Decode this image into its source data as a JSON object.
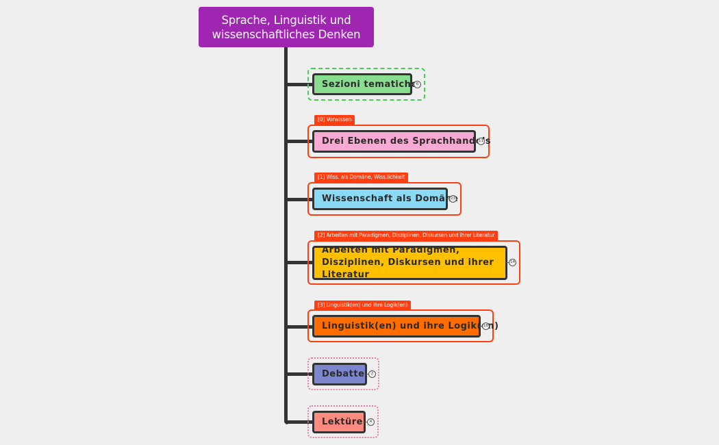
{
  "root": {
    "title": "Sprache, Linguistik und wissenschaftliches Denken",
    "color": "#9e26b1"
  },
  "topics": [
    {
      "label": "Sezioni tematiche",
      "tag": "",
      "count": "6",
      "color": "#88dd8e",
      "border": "dashed-green"
    },
    {
      "label": "Drei Ebenen des Sprachhandels",
      "tag": "[0] Vorwissen",
      "count": "11",
      "color": "#f9aad4",
      "border": "solid-red"
    },
    {
      "label": "Wissenschaft als Domäne",
      "tag": "[1] Wiss. als Domäne, Wiss.lichkeit",
      "count": "23",
      "color": "#8adaf5",
      "border": "solid-red"
    },
    {
      "label": "Arbeiten mit Paradigmen, Disziplinen, Diskursen und ihrer Literatur",
      "tag": "[2] Arbeiten mit Paradigmen, Disziplinen, Diskursen und ihrer Literatur",
      "count": "14",
      "color": "#ffc000",
      "border": "solid-red"
    },
    {
      "label": "Linguistik(en) und ihre Logik(en)",
      "tag": "[3] Linguistik(en) und ihre Logik(en)",
      "count": "18",
      "color": "#ff6d00",
      "border": "solid-red"
    },
    {
      "label": "Debatte",
      "tag": "",
      "count": "2",
      "color": "#7b86cf",
      "border": "dotted-pink"
    },
    {
      "label": "Lektüre",
      "tag": "",
      "count": "4",
      "color": "#ff8b80",
      "border": "dotted-pink"
    }
  ]
}
